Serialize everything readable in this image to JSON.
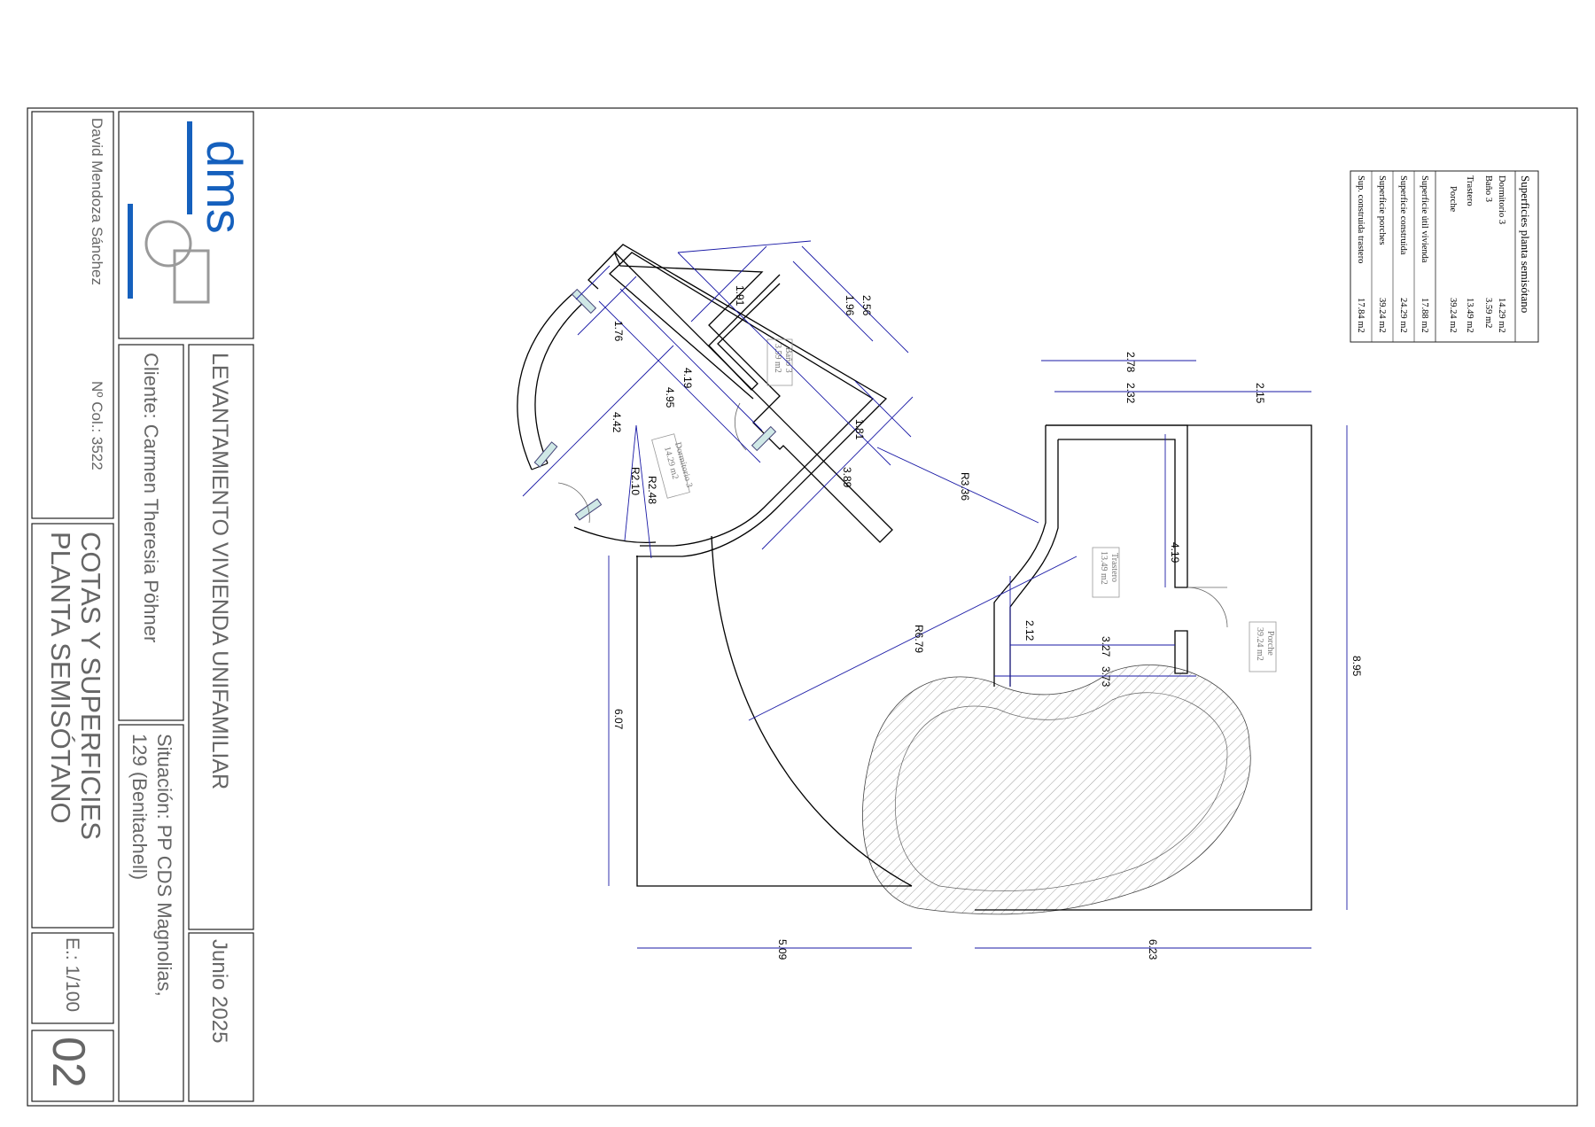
{
  "title_block": {
    "author": "David Mendoza Sánchez",
    "col_number": "Nº Col.: 3522",
    "logo_text": "dms",
    "project_title": "LEVANTAMIENTO VIVIENDA UNIFAMILIAR",
    "client": "Cliente: Carmen Theresia Pöhner",
    "situation_line1": "Situación: PP CDS Magnolias,",
    "situation_line2": "129 (Benitachell)",
    "date": "Junio 2025",
    "sheet_title_line1": "COTAS Y SUPERFICIES",
    "sheet_title_line2": "PLANTA SEMISÓTANO",
    "scale": "E.: 1/100",
    "sheet_number": "02"
  },
  "colors": {
    "dimension": "#1a1aa6",
    "logo_blue": "#1560bd",
    "logo_gray": "#9a9a9a",
    "frame": "#222222"
  },
  "surfaces_table": {
    "title": "Superficies planta semisótano",
    "rows": [
      {
        "label": "Dormitorio 3",
        "value": "14.29 m2"
      },
      {
        "label": "Baño 3",
        "value": "3.59 m2"
      },
      {
        "label": "Trastero",
        "value": "13.49 m2"
      },
      {
        "label": "Porche",
        "value": "39.24 m2"
      },
      {
        "label": "Superficie útil vivienda",
        "value": "17.88 m2"
      },
      {
        "label": "Superficie construida",
        "value": "24.29 m2"
      },
      {
        "label": "Superficie porches",
        "value": "39.24 m2"
      },
      {
        "label": "Sup. construida trastero",
        "value": "17.84 m2"
      }
    ]
  },
  "rooms": [
    {
      "name": "Dormitorio 3",
      "area": "14.29 m2"
    },
    {
      "name": "Baño 3",
      "area": "3.59 m2"
    },
    {
      "name": "Trastero",
      "area": "13.49 m2"
    },
    {
      "name": "Porche",
      "area": "39.24 m2"
    }
  ],
  "dimensions": {
    "d_2_56": "2.56",
    "d_1_96": "1.96",
    "d_1_91": "1.91",
    "d_1_76": "1.76",
    "d_4_19a": "4.19",
    "d_4_95": "4.95",
    "d_4_42": "4.42",
    "d_1_81": "1.81",
    "d_3_89": "3.89",
    "d_r2_10": "R2.10",
    "d_r2_48": "R2.48",
    "d_r3_36": "R3.36",
    "d_2_78": "2.78",
    "d_2_32": "2.32",
    "d_2_15": "2.15",
    "d_4_19b": "4.19",
    "d_2_12": "2.12",
    "d_3_27": "3.27",
    "d_3_73": "3.73",
    "d_r6_79": "R6.79",
    "d_8_95": "8.95",
    "d_6_07": "6.07",
    "d_5_09": "5.09",
    "d_6_23": "6.23"
  }
}
